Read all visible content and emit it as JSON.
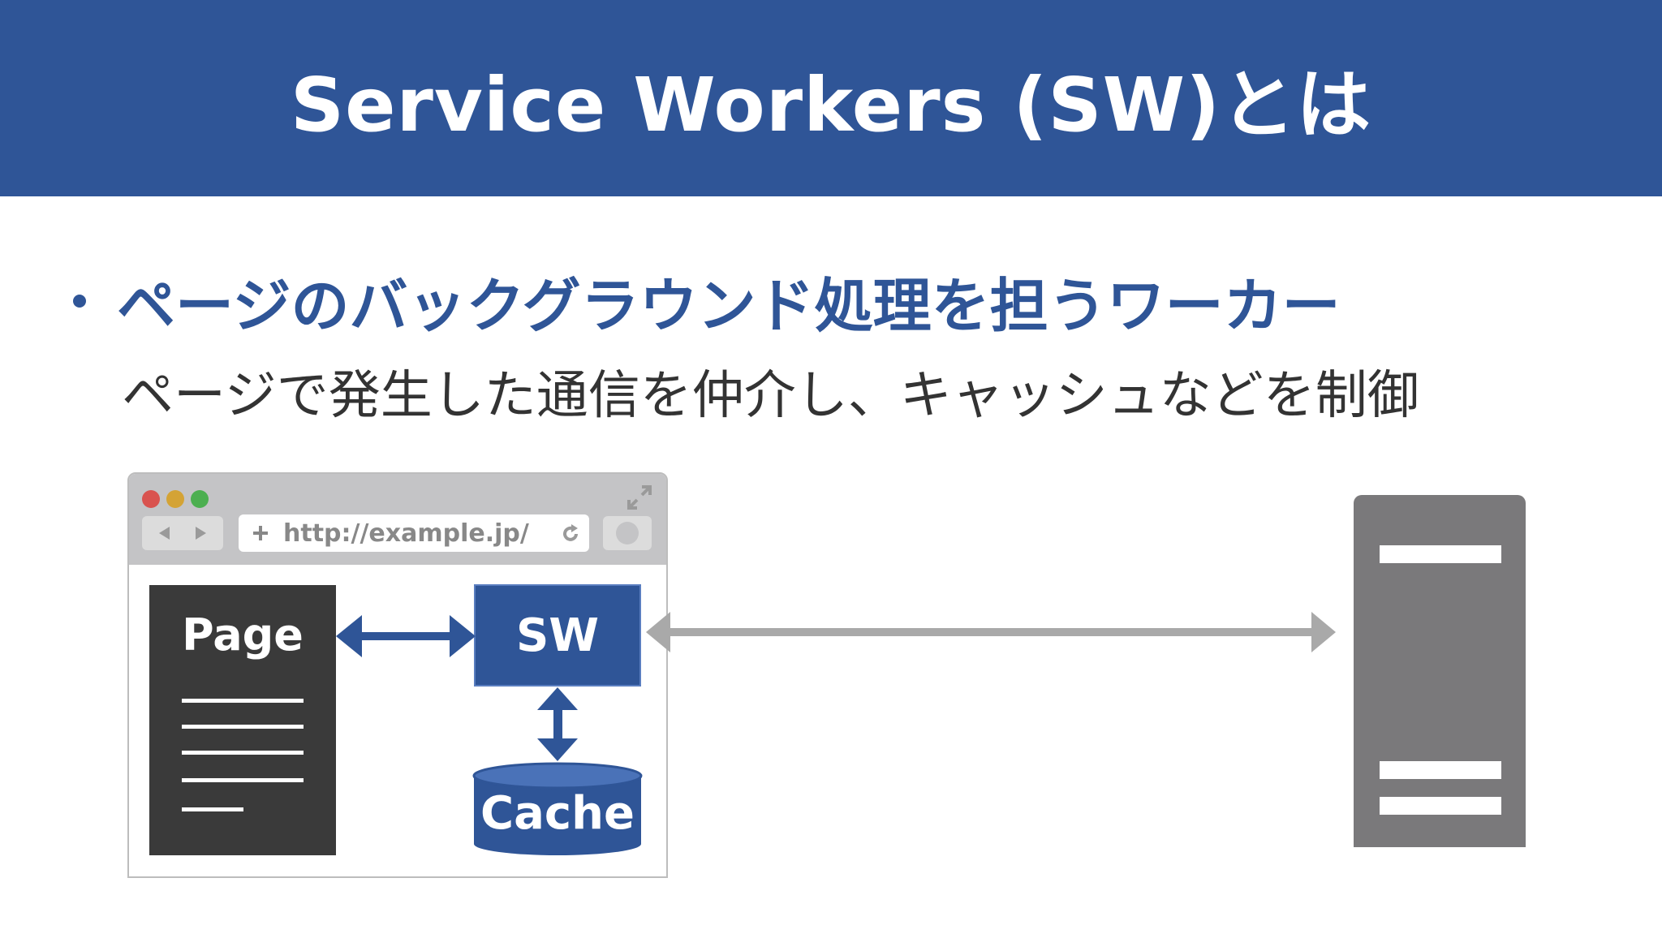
{
  "title": "Service Workers (SW)とは",
  "bullet": {
    "heading": "ページのバックグラウンド処理を担うワーカー",
    "description": "ページで発生した通信を仲介し、キャッシュなどを制御"
  },
  "diagram": {
    "browser": {
      "url": "http://example.jp/",
      "traffic_light_colors": [
        "#d9534f",
        "#d4a335",
        "#4caf50"
      ]
    },
    "page_label": "Page",
    "sw_label": "SW",
    "cache_label": "Cache",
    "colors": {
      "accent": "#2f5597",
      "page": "#3a3a3a",
      "server": "#7a797b",
      "network_arrow": "#a9a9a9"
    }
  }
}
